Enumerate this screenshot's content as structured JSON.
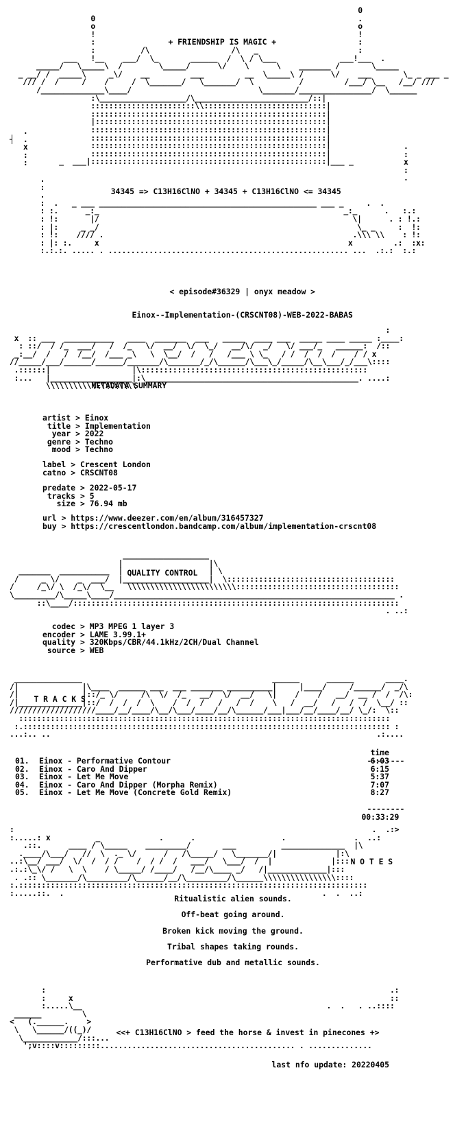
{
  "header": {
    "friendship": "+ FRIENDSHIP IS MAGIC +",
    "formula": "34345 => C13H16ClNO + 34345 + C13H16ClNO <= 34345",
    "episode": "< episode#36329 | onyx meadow >",
    "release": "Einox--Implementation-(CRSCNT08)-WEB-2022-BABAS"
  },
  "metadata": {
    "title": "METADATA SUMMARY",
    "group1": [
      {
        "k": "artist",
        "v": "Einox"
      },
      {
        "k": "title",
        "v": "Implementation"
      },
      {
        "k": "year",
        "v": "2022"
      },
      {
        "k": "genre",
        "v": "Techno"
      },
      {
        "k": "mood",
        "v": "Techno"
      }
    ],
    "group2": [
      {
        "k": "label",
        "v": "Crescent London"
      },
      {
        "k": "catno",
        "v": "CRSCNT08"
      }
    ],
    "group3": [
      {
        "k": "predate",
        "v": "2022-05-17"
      },
      {
        "k": "tracks",
        "v": "5"
      },
      {
        "k": "size",
        "v": "76.94 mb"
      }
    ],
    "group4": [
      {
        "k": "url",
        "v": "https://www.deezer.com/en/album/316457327"
      },
      {
        "k": "buy",
        "v": "https://crescentlondon.bandcamp.com/album/implementation-crscnt08"
      }
    ]
  },
  "quality": {
    "title": "QUALITY CONTROL",
    "rows": [
      {
        "k": "codec",
        "v": "MP3 MPEG 1 layer 3"
      },
      {
        "k": "encoder",
        "v": "LAME 3.99.1+"
      },
      {
        "k": "quality",
        "v": "320Kbps/CBR/44.1kHz/2CH/Dual Channel"
      },
      {
        "k": "source",
        "v": "WEB"
      }
    ]
  },
  "tracks": {
    "title": "T R A C K S",
    "time_header": "time",
    "dashes": "--------",
    "list": [
      {
        "n": "01.",
        "name": "Einox - Performative Contour",
        "time": "6:03"
      },
      {
        "n": "02.",
        "name": "Einox - Caro And Dipper",
        "time": "6:15"
      },
      {
        "n": "03.",
        "name": "Einox - Let Me Move",
        "time": "5:37"
      },
      {
        "n": "04.",
        "name": "Einox - Caro And Dipper (Morpha Remix)",
        "time": "7:07"
      },
      {
        "n": "05.",
        "name": "Einox - Let Me Move (Concrete Gold Remix)",
        "time": "8:27"
      }
    ],
    "total": "00:33:29"
  },
  "notes": {
    "title": "N O T E S",
    "lines": [
      "Ritualistic alien sounds.",
      "Off-beat going around.",
      "Broken kick moving the ground.",
      "Tribal shapes taking rounds.",
      "Performative dub and metallic sounds."
    ]
  },
  "footer": {
    "slogan": "<<+ C13H16ClNO > feed the horse & invest in pinecones +>",
    "update": "last nfo update: 20220405"
  }
}
